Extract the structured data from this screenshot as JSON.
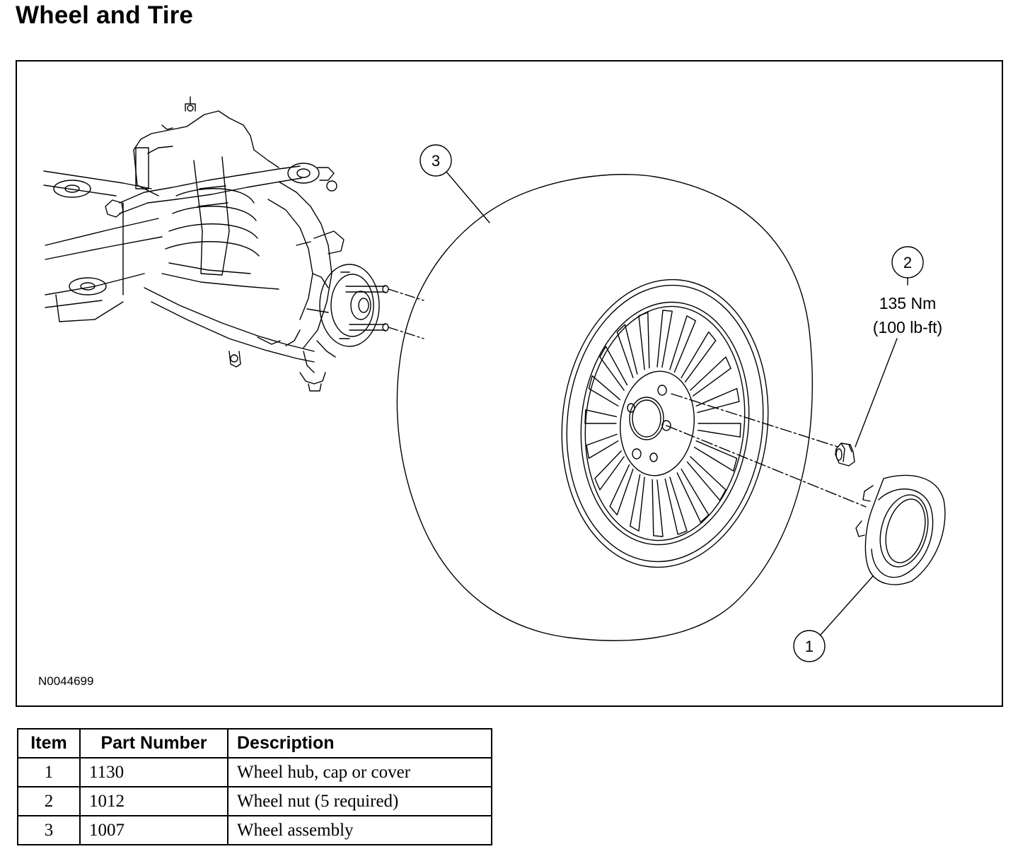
{
  "title": "Wheel and Tire",
  "figure_id": "N0044699",
  "callouts": [
    {
      "number": "3",
      "label": "Wheel assembly"
    },
    {
      "number": "2",
      "label": "Wheel nut",
      "torque_nm": "135 Nm",
      "torque_lbft": "(100 lb-ft)"
    },
    {
      "number": "1",
      "label": "Wheel hub, cap or cover"
    }
  ],
  "table": {
    "headers": [
      "Item",
      "Part Number",
      "Description"
    ],
    "rows": [
      {
        "item": "1",
        "part": "1130",
        "description": "Wheel hub, cap or cover"
      },
      {
        "item": "2",
        "part": "1012",
        "description": "Wheel nut (5 required)"
      },
      {
        "item": "3",
        "part": "1007",
        "description": "Wheel assembly"
      }
    ]
  }
}
